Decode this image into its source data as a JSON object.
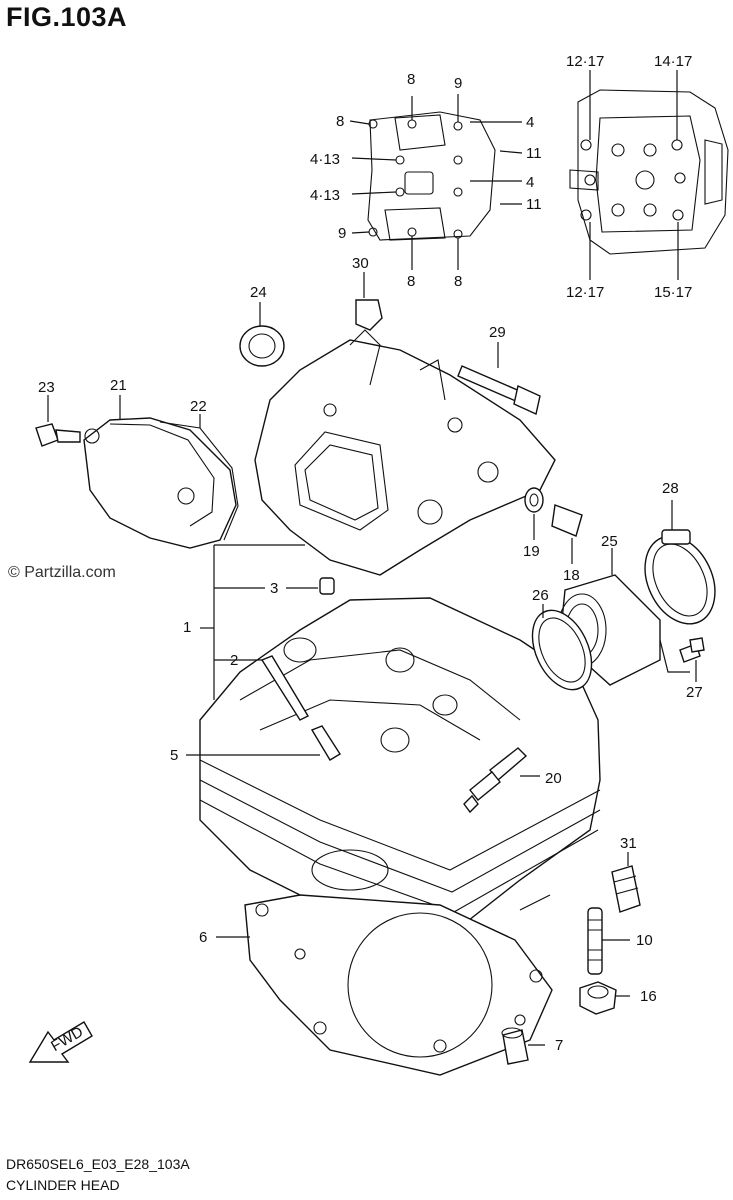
{
  "figure": {
    "title": "FIG.103A",
    "code": "DR650SEL6_E03_E28_103A",
    "name": "CYLINDER HEAD",
    "watermark": "© Partzilla.com",
    "fwd_label": "FWD"
  },
  "callouts": [
    "1",
    "2",
    "3",
    "4",
    "4",
    "4·13",
    "4·13",
    "5",
    "6",
    "7",
    "8",
    "8",
    "8",
    "8",
    "8",
    "9",
    "9",
    "9",
    "10",
    "11",
    "11",
    "12·17",
    "12·17",
    "14·17",
    "15·17",
    "16",
    "18",
    "19",
    "20",
    "21",
    "22",
    "23",
    "24",
    "25",
    "26",
    "27",
    "28",
    "29",
    "30",
    "31"
  ]
}
